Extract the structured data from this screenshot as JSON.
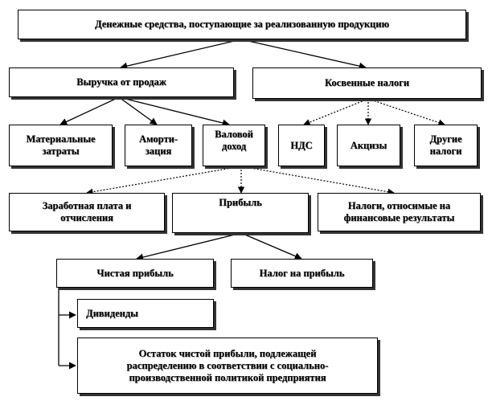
{
  "nodes": {
    "root": "Денежные средства, поступающие за реализованную продукцию",
    "revenue": "Выручка  от продаж",
    "indirect_taxes": "Косвенные налоги",
    "material_costs": "Материальные\nзатраты",
    "depreciation": "Аморти-\nзация",
    "gross_income": "Валовой\nдоход",
    "vat": "НДС",
    "excise": "Акцизы",
    "other_taxes": "Другие\nналоги",
    "wages": "Заработная плата и\nотчисления",
    "profit": "Прибыль",
    "financial_taxes": "Налоги,  относимые на\nфинансовые результаты",
    "net_profit": "Чистая прибыль",
    "profit_tax": "Налог на прибыль",
    "dividends": "Дивиденды",
    "retained": "Остаток чистой прибыли, подлежащей\nраспределению в соответствии с социально-\nпроизводственной политикой предприятия"
  },
  "colors": {
    "line": "#000000",
    "box_border": "#000000",
    "shadow": "#333333",
    "background": "#ffffff"
  }
}
